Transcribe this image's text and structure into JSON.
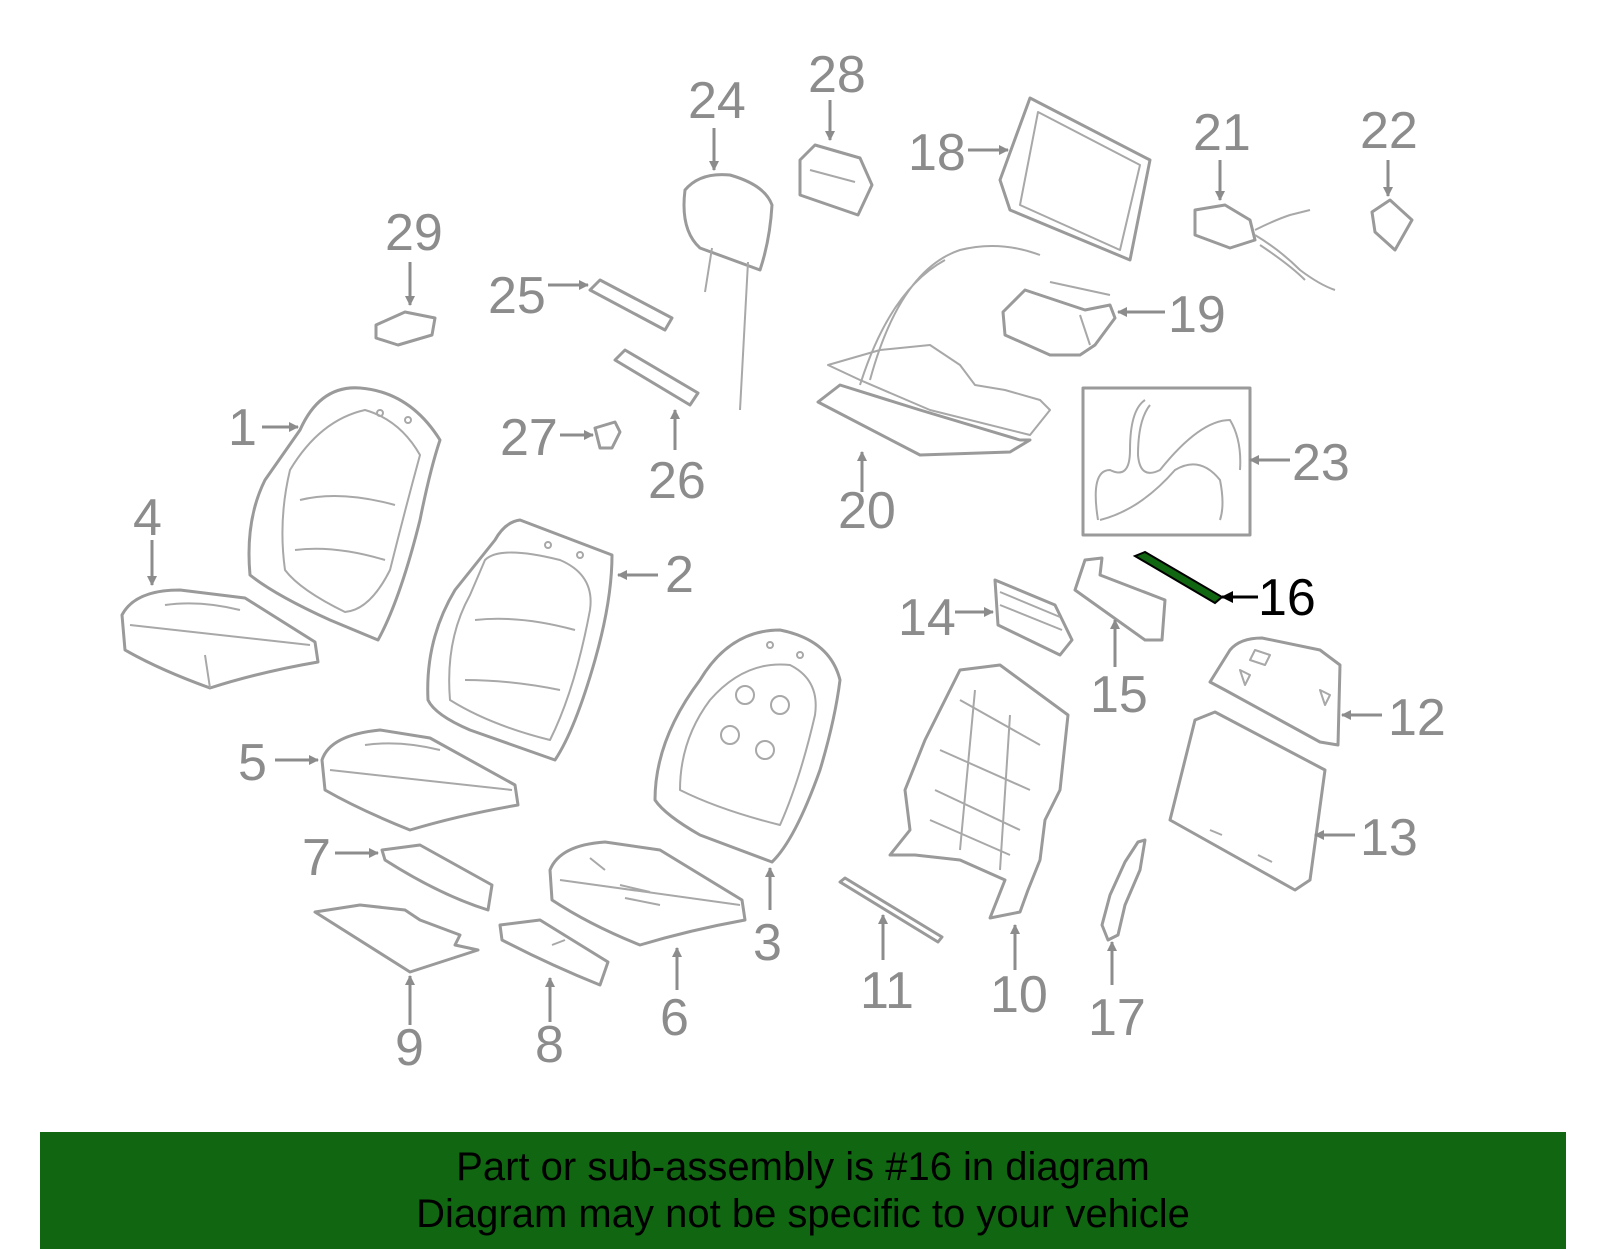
{
  "diagram": {
    "labels": {
      "p1": "1",
      "p2": "2",
      "p3": "3",
      "p4": "4",
      "p5": "5",
      "p6": "6",
      "p7": "7",
      "p8": "8",
      "p9": "9",
      "p10": "10",
      "p11": "11",
      "p12": "12",
      "p13": "13",
      "p14": "14",
      "p15": "15",
      "p16": "16",
      "p17": "17",
      "p18": "18",
      "p19": "19",
      "p20": "20",
      "p21": "21",
      "p22": "22",
      "p23": "23",
      "p24": "24",
      "p25": "25",
      "p26": "26",
      "p27": "27",
      "p28": "28",
      "p29": "29"
    },
    "highlight_color": "#116611"
  },
  "banner": {
    "line1": "Part or sub-assembly is #16 in diagram",
    "line2": "Diagram may not be specific to your vehicle",
    "background": "#116611"
  }
}
